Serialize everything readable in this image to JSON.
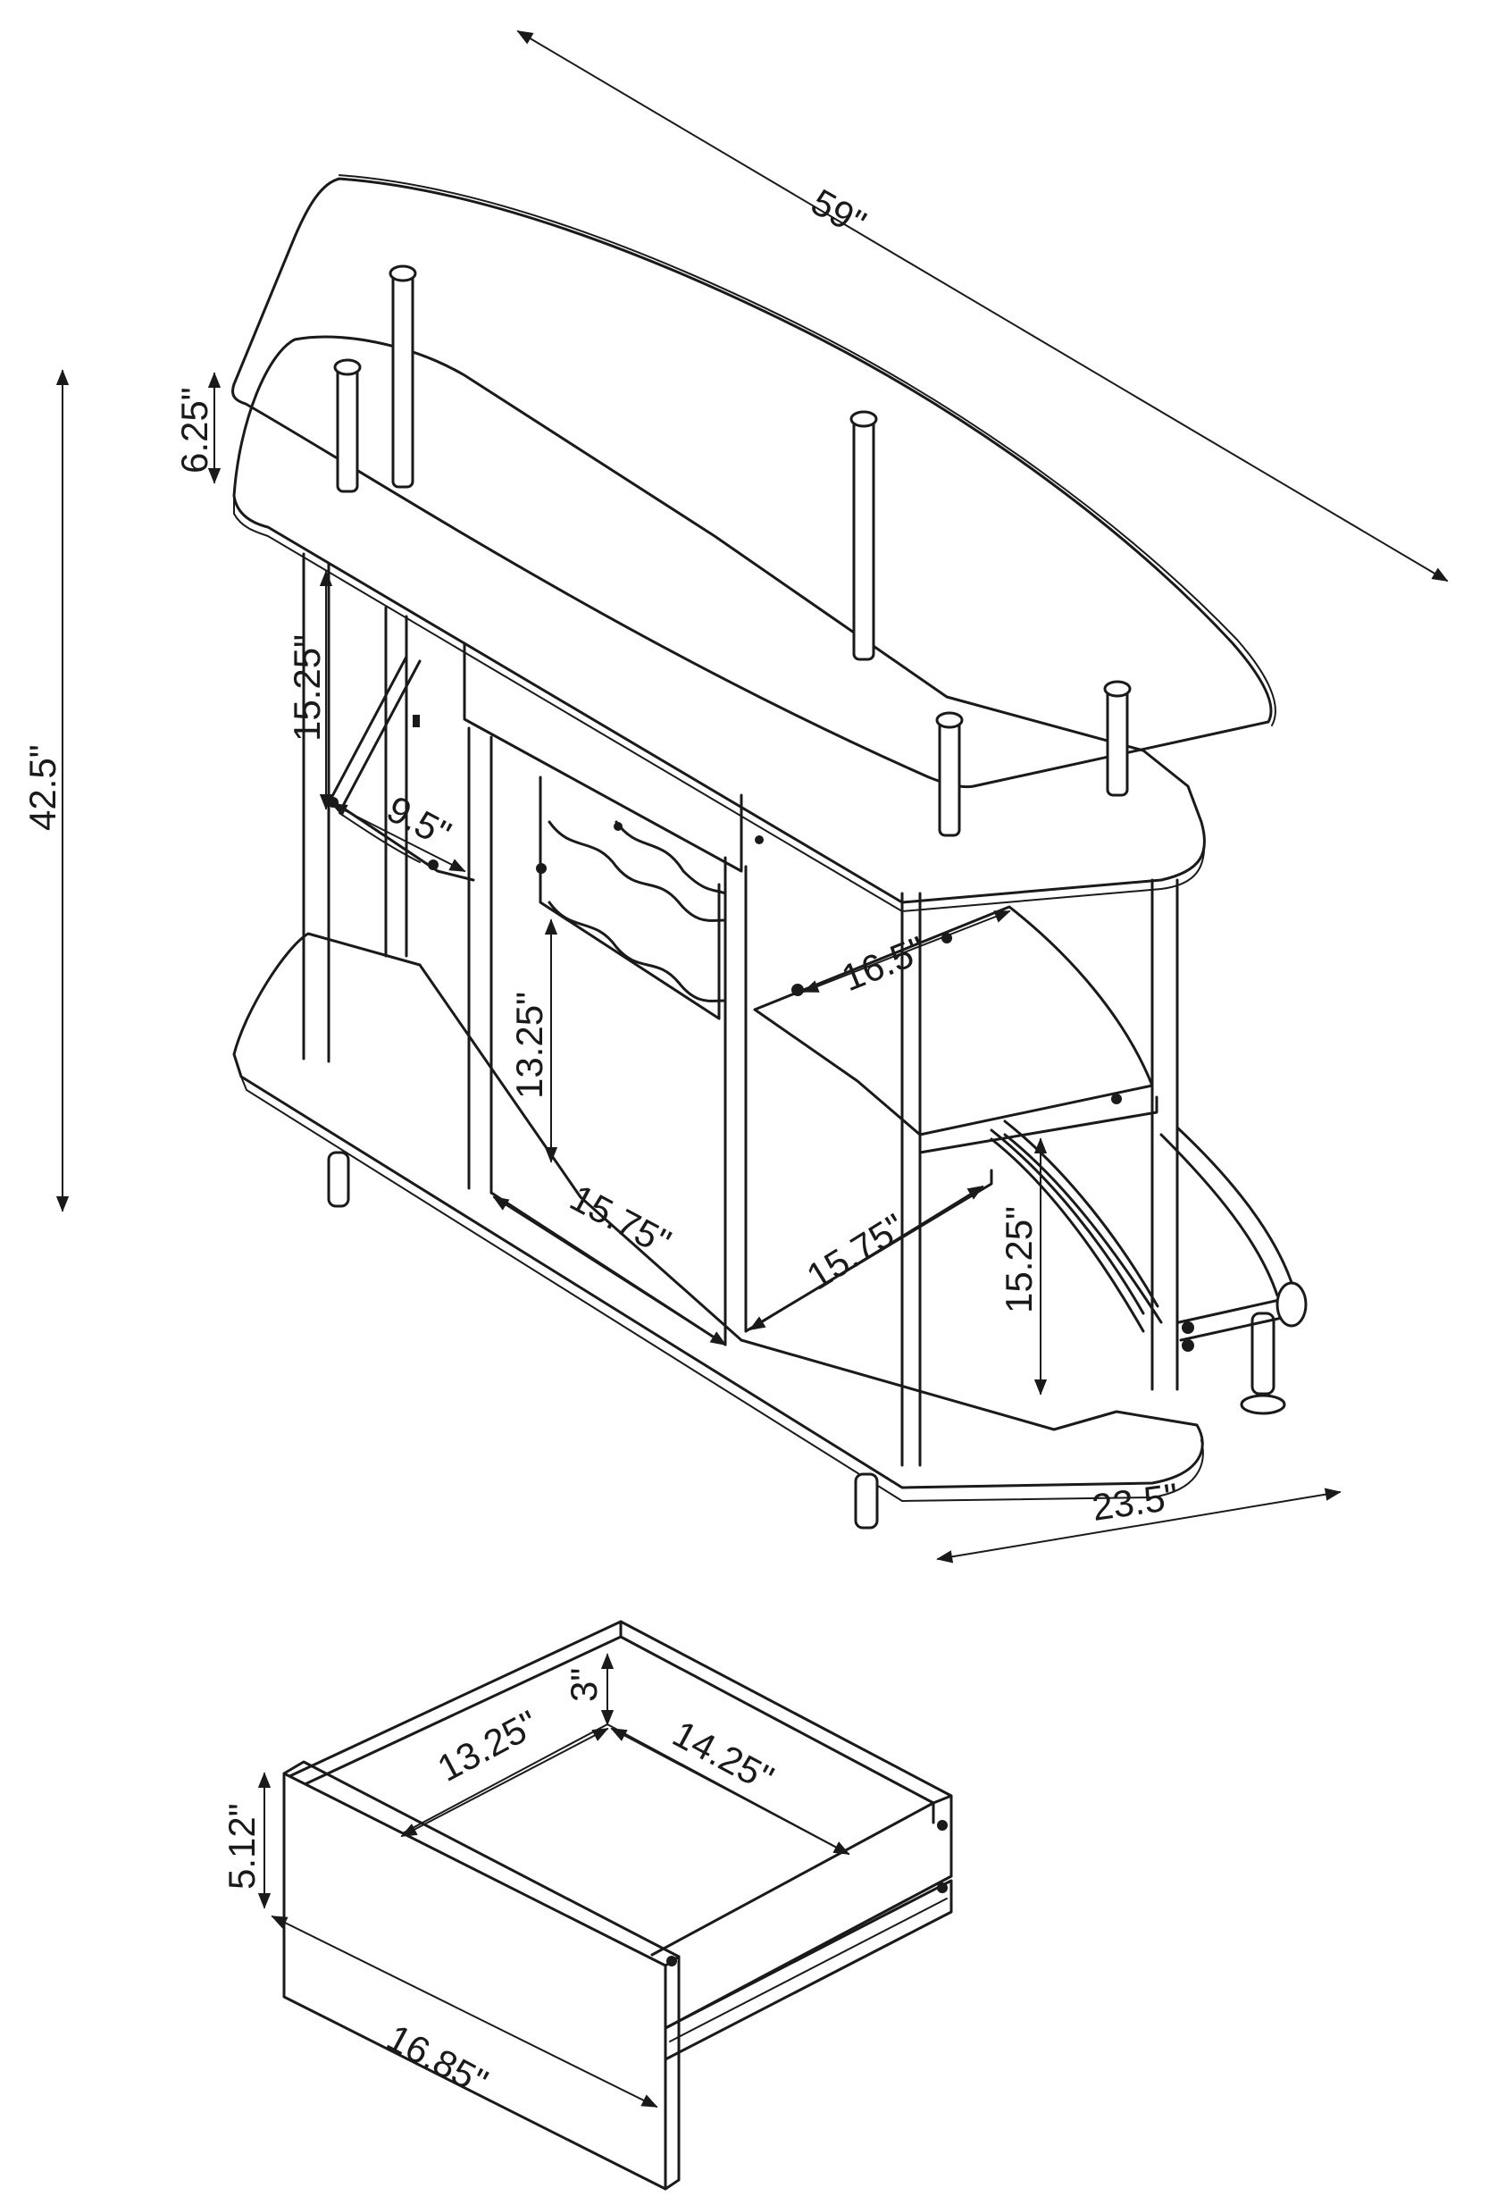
{
  "colors": {
    "stroke": "#1a1a1a",
    "background": "#ffffff"
  },
  "dimensions": {
    "overall_width": "59\"",
    "overall_height": "42.5\"",
    "top_riser": "6.25\"",
    "side_opening_height": "15.25\"",
    "side_shelf_depth": "9.5\"",
    "wine_cubby_height": "13.25\"",
    "cubby_width": "15.75\"",
    "cubby_depth": "15.75\"",
    "corner_shelf_depth": "16.5\"",
    "lower_shelf_clearance": "15.25\"",
    "base_depth": "23.5\""
  },
  "drawer": {
    "depth": "3\"",
    "inner_width": "13.25\"",
    "inner_length": "14.25\"",
    "front_height": "5.12\"",
    "front_width": "16.85\""
  }
}
